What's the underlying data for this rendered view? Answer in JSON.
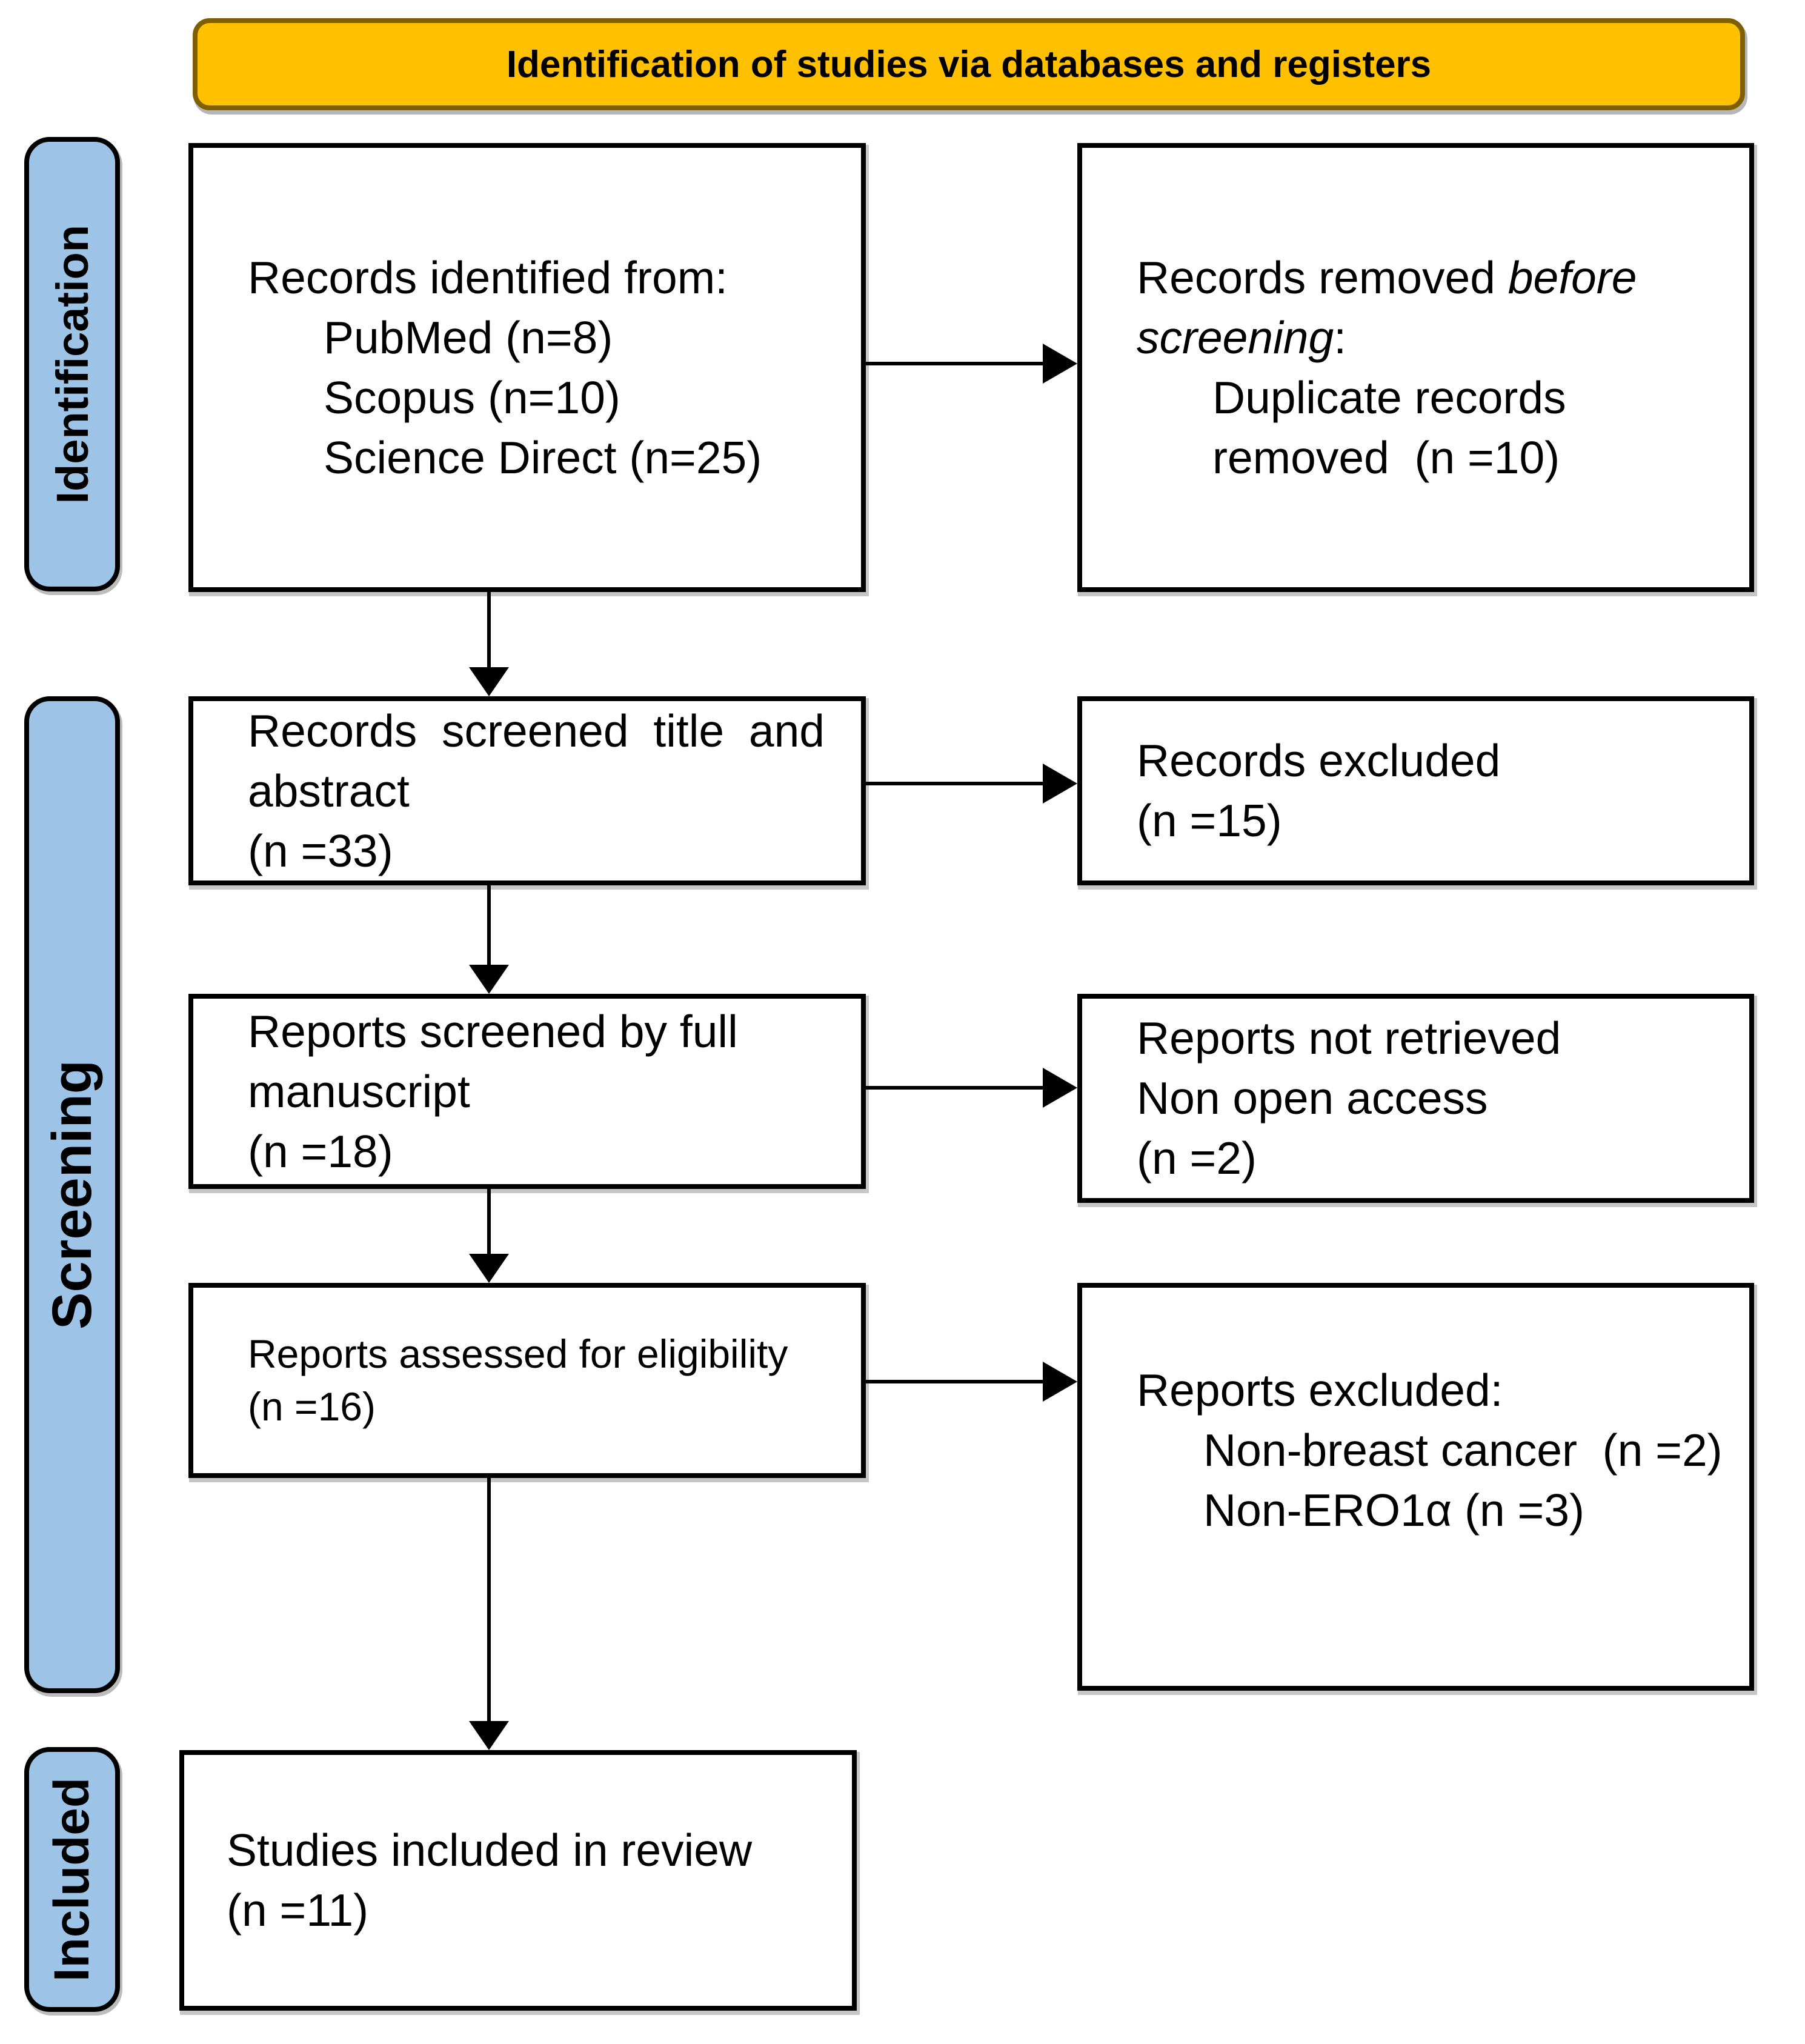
{
  "banner": {
    "title": "Identification of studies via databases and registers"
  },
  "stages": {
    "identification": "Identification",
    "screening": "Screening",
    "included": "Included"
  },
  "boxes": {
    "records_identified": {
      "title": "Records identified from:",
      "items": [
        "PubMed (n=8)",
        "Scopus (n=10)",
        "Science Direct (n=25)"
      ]
    },
    "records_removed": {
      "line1_normal": "Records removed ",
      "line1_italic": "before",
      "line2_italic": "screening",
      "line2_suffix": ":",
      "items": [
        "Duplicate records",
        "removed  (n =10)"
      ]
    },
    "records_screened": {
      "line1": "Records screened title and",
      "line2": "abstract",
      "count": "(n =33)"
    },
    "records_excluded": {
      "line1": "Records excluded",
      "count": "(n =15)"
    },
    "reports_screened": {
      "line1": "Reports screened by full",
      "line2": "manuscript",
      "count": "(n =18)"
    },
    "reports_not_retrieved": {
      "line1": "Reports not retrieved",
      "line2": "Non open access",
      "count": "(n =2)"
    },
    "reports_assessed": {
      "line1": "Reports assessed for eligibility",
      "count": "(n =16)"
    },
    "reports_excluded": {
      "title": "Reports excluded:",
      "items": [
        "Non-breast cancer  (n =2)",
        "Non-ERO1α (n =3)"
      ]
    },
    "studies_included": {
      "line1": "Studies included in review",
      "count": "(n =11)"
    }
  },
  "colors": {
    "banner_bg": "#FFC000",
    "banner_border": "#7F6000",
    "stage_bg": "#9DC3E6",
    "box_border": "#000000",
    "box_bg": "#FFFFFF",
    "arrow": "#000000"
  }
}
